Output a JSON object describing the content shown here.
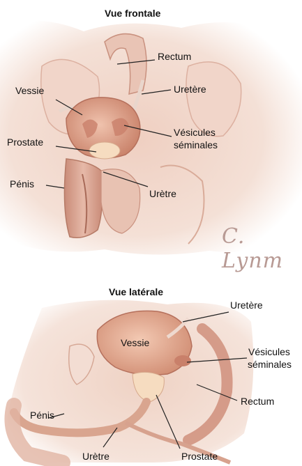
{
  "front": {
    "title": "Vue frontale",
    "labels": {
      "rectum": "Rectum",
      "vessie": "Vessie",
      "uretere": "Uretère",
      "vesicules_1": "Vésicules",
      "vesicules_2": "séminales",
      "prostate": "Prostate",
      "penis": "Pénis",
      "uretre": "Urètre"
    },
    "signature": "C. Lynm"
  },
  "side": {
    "title": "Vue latérale",
    "labels": {
      "uretere": "Uretère",
      "vessie": "Vessie",
      "vesicules_1": "Vésicules",
      "vesicules_2": "séminales",
      "rectum": "Rectum",
      "penis": "Pénis",
      "uretre": "Urètre",
      "prostate": "Prostate"
    }
  },
  "colors": {
    "skin_light": "#f6e6de",
    "skin_mid": "#e8c3b3",
    "tissue": "#d9957c",
    "tissue_dark": "#b86f5b",
    "prostate": "#f4d2a8",
    "line": "#222222"
  }
}
